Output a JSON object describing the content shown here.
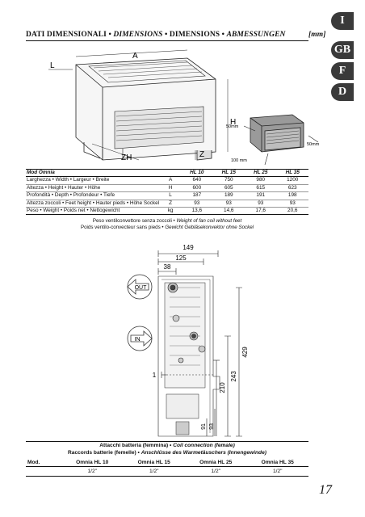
{
  "heading": {
    "part1": "DATI DIMENSIONALI •",
    "part2": "DIMENSIONS",
    "part3": "• DIMENSIONS •",
    "part4": "ABMESSUNGEN",
    "unit": "[mm]"
  },
  "languages": [
    "I",
    "GB",
    "F",
    "D"
  ],
  "top_drawing_labels": {
    "L": "L",
    "A": "A",
    "H": "H",
    "ZH": "ZH",
    "Z": "Z",
    "clear_left": "50mm",
    "clear_right": "50mm",
    "clear_front": "100 mm"
  },
  "dims_table": {
    "header": [
      "Mod Omnia",
      "",
      "HL 10",
      "HL 15",
      "HL 25",
      "HL 35"
    ],
    "rows": [
      [
        "Larghezza • Width • Largeur • Breite",
        "A",
        "640",
        "750",
        "980",
        "1200"
      ],
      [
        "Altezza • Height • Hauter • Höhe",
        "H",
        "600",
        "605",
        "615",
        "623"
      ],
      [
        "Profondità • Depth • Profondeur • Tiefe",
        "L",
        "187",
        "189",
        "191",
        "198"
      ],
      [
        "Altezza zoccoli • Feet height • Hauter pieds • Höhe Sockel",
        "Z",
        "93",
        "93",
        "93",
        "93"
      ],
      [
        "Peso • Weight • Poids net • Nettogewicht",
        "kg",
        "13,6",
        "14,6",
        "17,6",
        "20,6"
      ]
    ]
  },
  "notes": {
    "line1_a": "Peso ventilconvettore senza zoccoli •",
    "line1_b": "Weight of fan coil without feet",
    "line2_a": "Poids ventilo-convecteur sans pieds •",
    "line2_b": "Gewicht Gebläsekonvektor ohne Sockel"
  },
  "side_drawing_labels": {
    "d149": "149",
    "d125": "125",
    "d38": "38",
    "d429": "429",
    "d243": "243",
    "d210": "210",
    "d93": "93",
    "d91": "91",
    "out": "OUT",
    "in": "IN",
    "one": "1"
  },
  "coil": {
    "title1_a": "Attacchi batteria (femmina) •",
    "title1_b": "Coil connection (female)",
    "title2_a": "Raccords batterie (femelle) •",
    "title2_b": "Anschlüsse des Warmetäuschers (Innengewinde)",
    "header": [
      "Mod.",
      "Omnia HL 10",
      "Omnia HL 15",
      "Omnia HL 25",
      "Omnia HL 35"
    ],
    "row": [
      "",
      "1/2\"",
      "1/2\"",
      "1/2\"",
      "1/2\""
    ]
  },
  "page_number": "17"
}
